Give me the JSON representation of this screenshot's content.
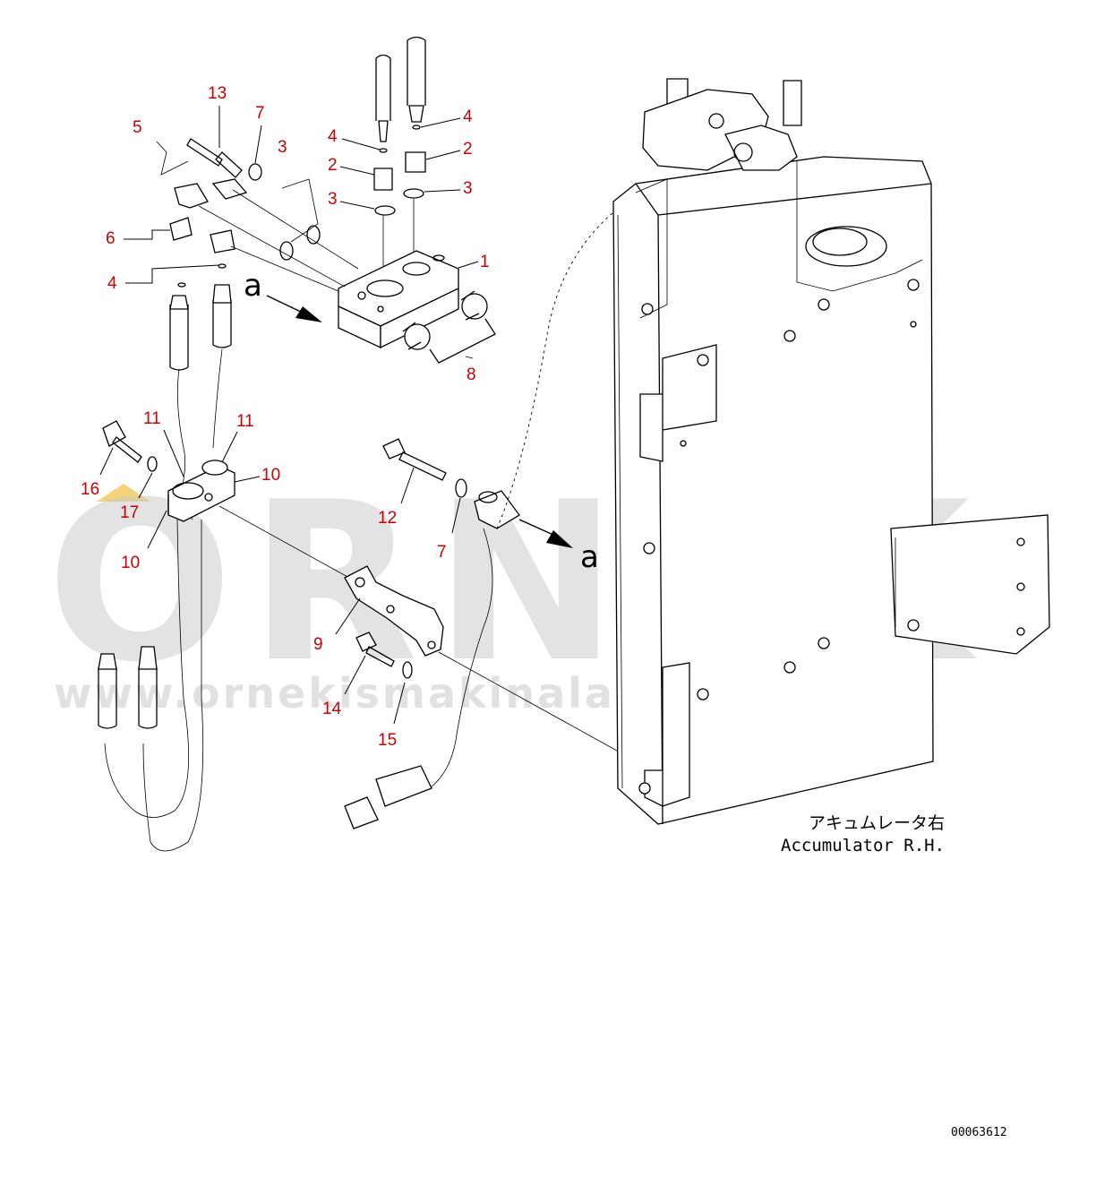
{
  "watermark": {
    "brand": "ORNEK",
    "url": "www.ornekismakinalari.com.tr",
    "brand_color": "#c8c8c8",
    "accent_color": "#f0c040"
  },
  "callouts": [
    {
      "id": "c1",
      "text": "1"
    },
    {
      "id": "c2a",
      "text": "2"
    },
    {
      "id": "c2b",
      "text": "2"
    },
    {
      "id": "c3a",
      "text": "3"
    },
    {
      "id": "c3b",
      "text": "3"
    },
    {
      "id": "c3c",
      "text": "3"
    },
    {
      "id": "c4a",
      "text": "4"
    },
    {
      "id": "c4b",
      "text": "4"
    },
    {
      "id": "c4c",
      "text": "4"
    },
    {
      "id": "c5",
      "text": "5"
    },
    {
      "id": "c6",
      "text": "6"
    },
    {
      "id": "c7a",
      "text": "7"
    },
    {
      "id": "c7b",
      "text": "7"
    },
    {
      "id": "c8",
      "text": "8"
    },
    {
      "id": "c9",
      "text": "9"
    },
    {
      "id": "c10a",
      "text": "10"
    },
    {
      "id": "c10b",
      "text": "10"
    },
    {
      "id": "c11a",
      "text": "11"
    },
    {
      "id": "c11b",
      "text": "11"
    },
    {
      "id": "c12",
      "text": "12"
    },
    {
      "id": "c13",
      "text": "13"
    },
    {
      "id": "c14",
      "text": "14"
    },
    {
      "id": "c15",
      "text": "15"
    },
    {
      "id": "c16",
      "text": "16"
    },
    {
      "id": "c17",
      "text": "17"
    }
  ],
  "view_marker": {
    "letter": "a"
  },
  "caption": {
    "japanese": "アキュムレータ右",
    "english": "Accumulator R.H."
  },
  "drawing_number": "00063612",
  "colors": {
    "callout": "#cc0000",
    "line": "#000000"
  }
}
